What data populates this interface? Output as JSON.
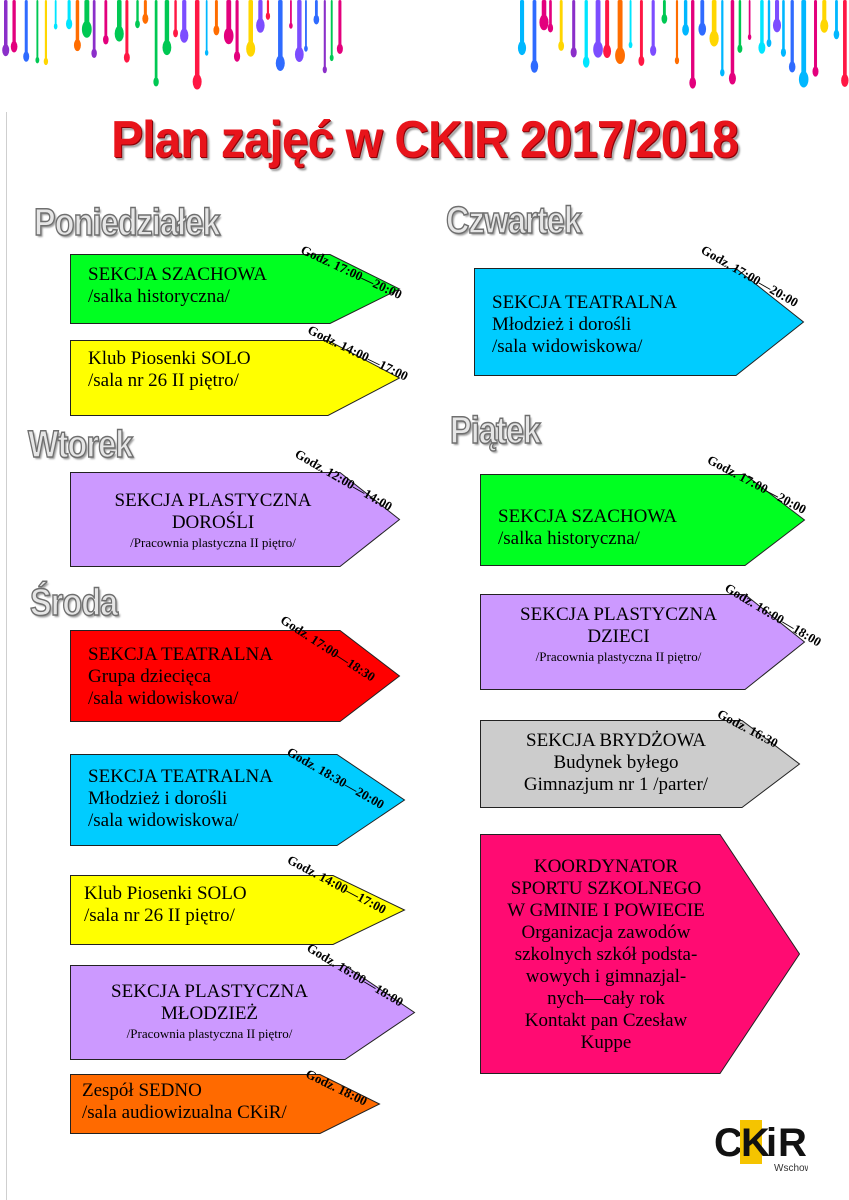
{
  "header": {
    "title": "Plan zajęć w CKIR 2017/2018"
  },
  "days": {
    "poniedzialek": "Poniedziałek",
    "wtorek": "Wtorek",
    "sroda": "Środa",
    "czwartek": "Czwartek",
    "piatek": "Piątek"
  },
  "colors": {
    "green": "#00ff21",
    "yellow": "#ffff00",
    "lavender": "#cc99ff",
    "red": "#ff0000",
    "cyan": "#00ccff",
    "orange": "#ff6a00",
    "gray": "#cccccc",
    "magenta": "#ff0b72",
    "title_red": "#e8141b"
  },
  "activities": [
    {
      "id": "pon-1",
      "lines": [
        "SEKCJA SZACHOWA",
        "/salka historyczna/"
      ],
      "time": "Godz. 17:00—20:00"
    },
    {
      "id": "pon-2",
      "lines": [
        "Klub Piosenki SOLO",
        "/sala nr 26 II piętro/"
      ],
      "time": "Godz. 14:00—17:00"
    },
    {
      "id": "wt-1",
      "lines": [
        "SEKCJA PLASTYCZNA",
        "DOROŚLI",
        "/Pracownia plastyczna II piętro/"
      ],
      "time": "Godz. 12:00—14:00"
    },
    {
      "id": "sr-1",
      "lines": [
        "SEKCJA TEATRALNA",
        "Grupa dziecięca",
        "/sala widowiskowa/"
      ],
      "time": "Godz. 17:00—18:30"
    },
    {
      "id": "sr-2",
      "lines": [
        "SEKCJA TEATRALNA",
        "Młodzież i dorośli",
        "/sala widowiskowa/"
      ],
      "time": "Godz. 18:30—20:00"
    },
    {
      "id": "sr-3",
      "lines": [
        "Klub Piosenki SOLO",
        "/sala nr 26 II piętro/"
      ],
      "time": "Godz. 14:00—17:00"
    },
    {
      "id": "sr-4",
      "lines": [
        "SEKCJA PLASTYCZNA",
        "MŁODZIEŻ",
        "/Pracownia plastyczna II piętro/"
      ],
      "time": "Godz. 16:00—18:00"
    },
    {
      "id": "sr-5",
      "lines": [
        "Zespół SEDNO",
        "/sala audiowizualna CKiR/"
      ],
      "time": "Godz. 18:00"
    },
    {
      "id": "czw-1",
      "lines": [
        "SEKCJA TEATRALNA",
        "Młodzież i dorośli",
        "/sala widowiskowa/"
      ],
      "time": "Godz. 17:00—20:00"
    },
    {
      "id": "pt-1",
      "lines": [
        "SEKCJA SZACHOWA",
        "/salka historyczna/"
      ],
      "time": "Godz. 17:00—20:00"
    },
    {
      "id": "pt-2",
      "lines": [
        "SEKCJA PLASTYCZNA",
        "DZIECI",
        "/Pracownia plastyczna II piętro/"
      ],
      "time": "Godz. 16:00—18:00"
    },
    {
      "id": "pt-3",
      "lines": [
        "SEKCJA BRYDŻOWA",
        "Budynek byłego",
        "Gimnazjum nr 1 /parter/"
      ],
      "time": "Godz. 16:30"
    },
    {
      "id": "pt-4",
      "lines": [
        "KOORDYNATOR",
        "SPORTU SZKOLNEGO",
        "W GMINIE I POWIECIE",
        "Organizacja zawodów",
        "szkolnych szkół podsta-",
        "wowych i gimnazjal-",
        "nych—cały rok",
        "Kontakt pan Czesław",
        "Kuppe"
      ]
    }
  ],
  "logo": {
    "letters": [
      "C",
      "K",
      "i",
      "R"
    ],
    "subtitle": "Wschowa"
  }
}
